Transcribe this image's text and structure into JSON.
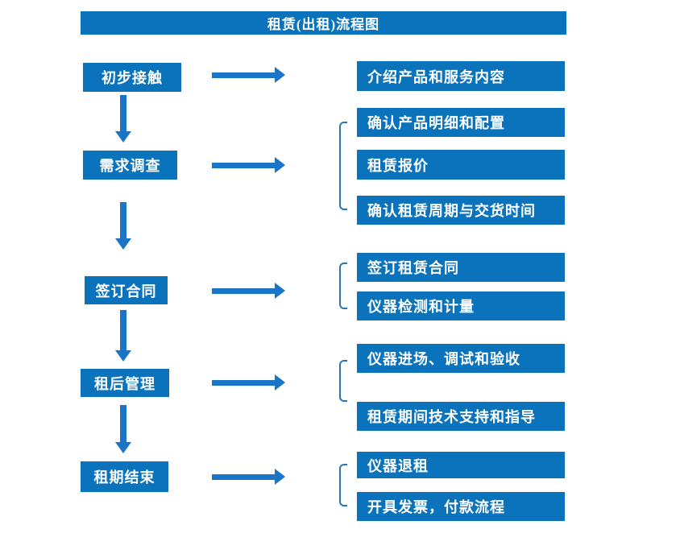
{
  "title": "租赁(出租)流程图",
  "colors": {
    "box_blue": "#0b72bc",
    "arrow_blue": "#1a75c9",
    "bracket_blue": "#2e75b6",
    "text_white": "#ffffff",
    "background": "#ffffff"
  },
  "flow": {
    "steps": [
      {
        "label": "初步接触",
        "details": [
          "介绍产品和服务内容"
        ]
      },
      {
        "label": "需求调查",
        "details": [
          "确认产品明细和配置",
          "租赁报价",
          "确认租赁周期与交货时间"
        ]
      },
      {
        "label": "签订合同",
        "details": [
          "签订租赁合同",
          "仪器检测和计量"
        ]
      },
      {
        "label": "租后管理",
        "details": [
          "仪器进场、调试和验收",
          "租赁期间技术支持和指导"
        ]
      },
      {
        "label": "租期结束",
        "details": [
          "仪器退租",
          "开具发票，付款流程"
        ]
      }
    ]
  }
}
